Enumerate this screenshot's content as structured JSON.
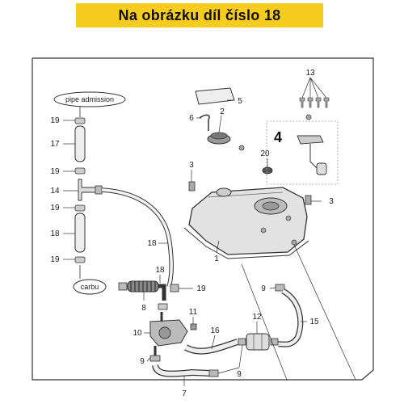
{
  "banner": {
    "text": "Na obrázku díl číslo 18"
  },
  "notes": {
    "pipe_admission": "pipe admission",
    "carbu": "carbu"
  },
  "callouts": {
    "c1": "1",
    "c2": "2",
    "c3a": "3",
    "c3b": "3",
    "c4": "4",
    "c5": "5",
    "c6": "6",
    "c7": "7",
    "c8": "8",
    "c9a": "9",
    "c9b": "9",
    "c9c": "9",
    "c10": "10",
    "c11": "11",
    "c12": "12",
    "c13": "13",
    "c14": "14",
    "c15": "15",
    "c16": "16",
    "c17": "17",
    "c18a": "18",
    "c18b": "18",
    "c18c": "18",
    "c19a": "19",
    "c19b": "19",
    "c19c": "19",
    "c19d": "19",
    "c19e": "19",
    "c20": "20"
  },
  "colors": {
    "banner": "#f6cc1e",
    "line": "#333333",
    "part_fill": "#d9d9d9",
    "hose_fill": "#eeeeee"
  }
}
